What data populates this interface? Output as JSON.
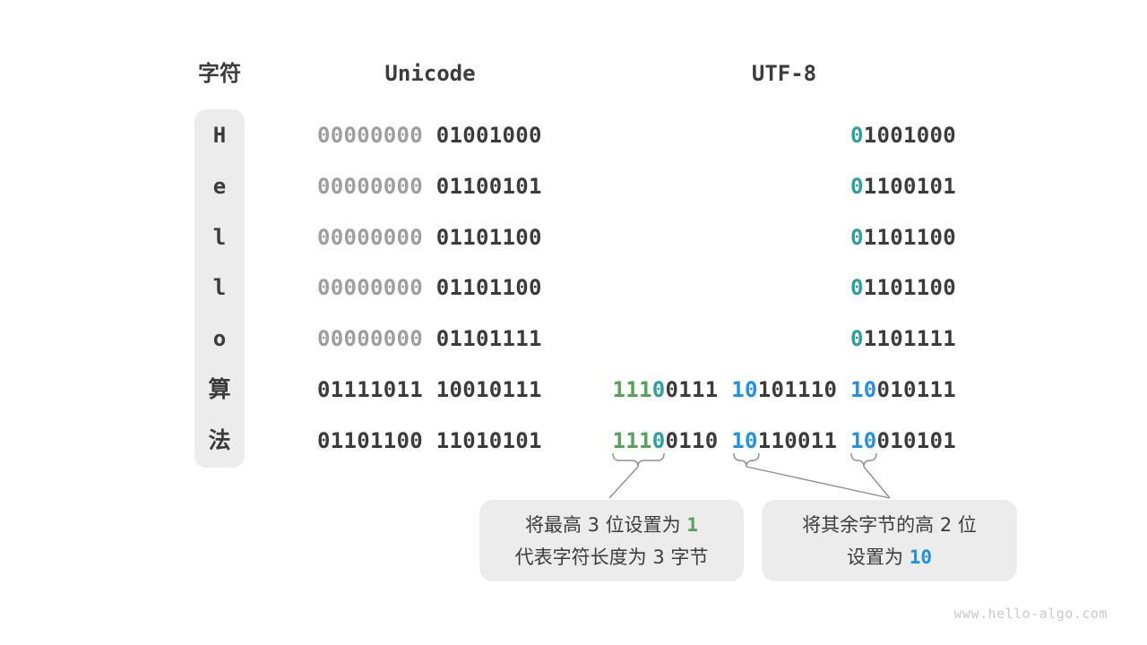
{
  "colors": {
    "dark": "#3b3b3b",
    "gray": "#9e9e9e",
    "green": "#55a357",
    "teal": "#2ba0a1",
    "blue": "#2191e6",
    "box_bg": "#ececec",
    "line": "#8f8f8f",
    "watermark": "#c9c9c9"
  },
  "header": {
    "char": "字符",
    "unicode": "Unicode",
    "utf8": "UTF-8"
  },
  "rows": [
    {
      "char": "H",
      "unicode": [
        [
          "00000000",
          "gray"
        ],
        [
          " ",
          "dark"
        ],
        [
          "01001000",
          "dark"
        ]
      ],
      "utf8": [
        [
          "0",
          "teal"
        ],
        [
          "1001000",
          "dark"
        ]
      ]
    },
    {
      "char": "e",
      "unicode": [
        [
          "00000000",
          "gray"
        ],
        [
          " ",
          "dark"
        ],
        [
          "01100101",
          "dark"
        ]
      ],
      "utf8": [
        [
          "0",
          "teal"
        ],
        [
          "1100101",
          "dark"
        ]
      ]
    },
    {
      "char": "l",
      "unicode": [
        [
          "00000000",
          "gray"
        ],
        [
          " ",
          "dark"
        ],
        [
          "01101100",
          "dark"
        ]
      ],
      "utf8": [
        [
          "0",
          "teal"
        ],
        [
          "1101100",
          "dark"
        ]
      ]
    },
    {
      "char": "l",
      "unicode": [
        [
          "00000000",
          "gray"
        ],
        [
          " ",
          "dark"
        ],
        [
          "01101100",
          "dark"
        ]
      ],
      "utf8": [
        [
          "0",
          "teal"
        ],
        [
          "1101100",
          "dark"
        ]
      ]
    },
    {
      "char": "o",
      "unicode": [
        [
          "00000000",
          "gray"
        ],
        [
          " ",
          "dark"
        ],
        [
          "01101111",
          "dark"
        ]
      ],
      "utf8": [
        [
          "0",
          "teal"
        ],
        [
          "1101111",
          "dark"
        ]
      ]
    },
    {
      "char": "算",
      "unicode": [
        [
          "01111011 10010111",
          "dark"
        ]
      ],
      "utf8": [
        [
          "111",
          "green"
        ],
        [
          "0",
          "teal"
        ],
        [
          "0111 ",
          "dark"
        ],
        [
          "10",
          "blue"
        ],
        [
          "101110 ",
          "dark"
        ],
        [
          "10",
          "blue"
        ],
        [
          "010111",
          "dark"
        ]
      ]
    },
    {
      "char": "法",
      "unicode": [
        [
          "01101100 11010101",
          "dark"
        ]
      ],
      "utf8": [
        [
          "111",
          "green"
        ],
        [
          "0",
          "teal"
        ],
        [
          "0110 ",
          "dark"
        ],
        [
          "10",
          "blue"
        ],
        [
          "110011 ",
          "dark"
        ],
        [
          "10",
          "blue"
        ],
        [
          "010101",
          "dark"
        ]
      ]
    }
  ],
  "annotations": {
    "left": {
      "line1_prefix": "将最高 3 位设置为 ",
      "line1_highlight": "1",
      "line2": "代表字符长度为 3 字节"
    },
    "right": {
      "line1": "将其余字节的高 2 位",
      "line2_prefix": "设置为 ",
      "line2_highlight": "10"
    }
  },
  "watermark": "www.hello-algo.com"
}
